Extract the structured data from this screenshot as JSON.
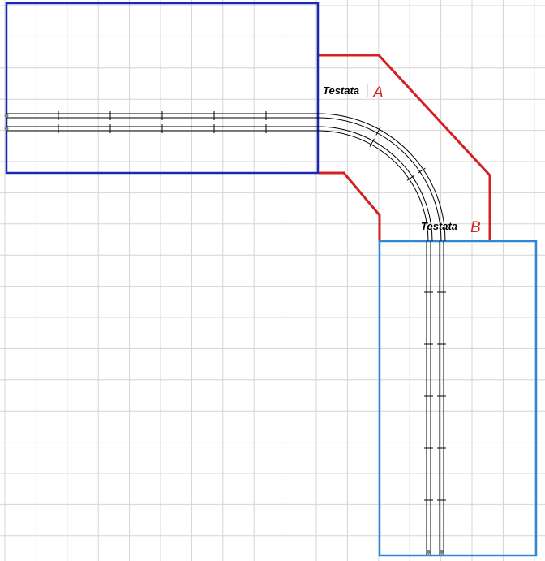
{
  "colors": {
    "grid": "#d4d4d4",
    "board_a": "#1a28b4",
    "board_b": "#2f87d8",
    "connector": "#d42020",
    "track": "#000000",
    "track_end": "#808080"
  },
  "labels": {
    "testata_a": "Testata",
    "letter_a": "A",
    "testata_b": "Testata",
    "letter_b": "B"
  }
}
